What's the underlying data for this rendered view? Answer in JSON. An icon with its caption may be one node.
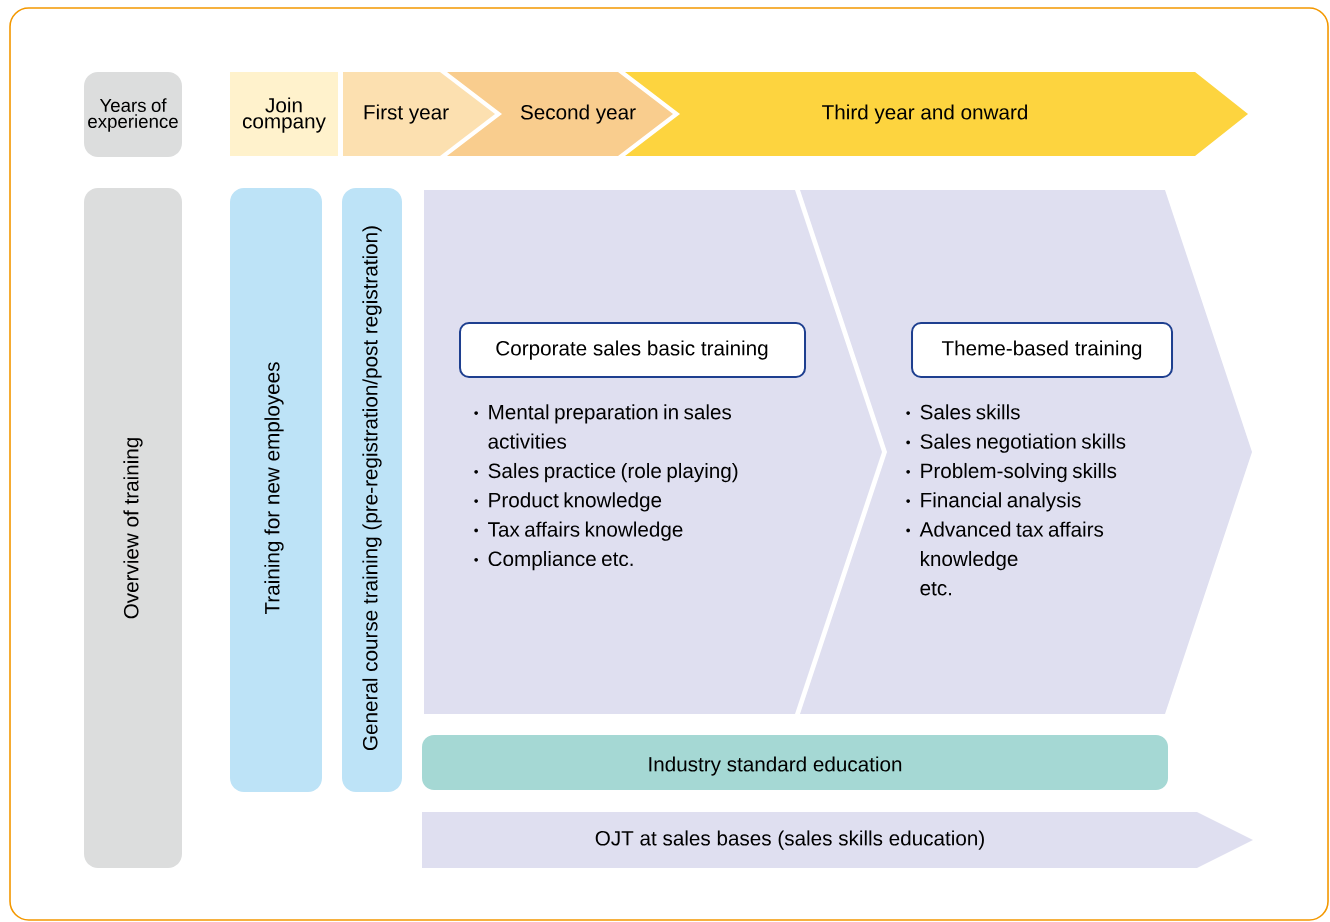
{
  "diagram": {
    "nodes": [
      {
        "text": [
          "Years of experience"
        ]
      },
      {
        "text": [
          "Join company"
        ]
      },
      {
        "text": [
          "First year"
        ]
      },
      {
        "text": [
          "Second year"
        ]
      },
      {
        "text": [
          "Third year and onward"
        ]
      },
      {
        "text": [
          "Overview of training"
        ]
      },
      {
        "text": [
          "Training for new employees"
        ]
      },
      {
        "text": [
          "General course training (pre-registration/post registration)"
        ]
      },
      {
        "text": [
          "Mental preparation in sales activities",
          "Sales practice (role playing)",
          "Product knowledge",
          "Tax affairs knowledge",
          "Compliance etc."
        ]
      },
      {
        "text": [
          "Corporate sales basic training"
        ],
        "in": 8
      },
      {
        "text": [
          "Sales skills",
          "Sales negotiation skills",
          "Problem-solving skills",
          "Financial analysis",
          "Advanced tax affairs knowledge",
          "etc."
        ]
      },
      {
        "text": [
          "Theme-based training"
        ],
        "in": 10
      },
      {
        "text": [
          "Industry standard education"
        ]
      },
      {
        "text": [
          "OJT at sales bases (sales skills education)"
        ]
      }
    ]
  }
}
